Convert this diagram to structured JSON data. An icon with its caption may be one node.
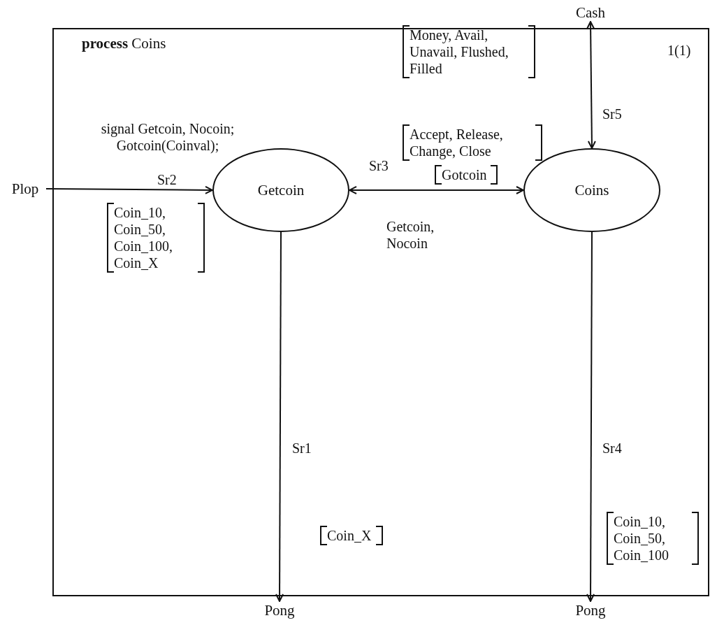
{
  "diagram": {
    "nodes": [
      {
        "text": [
          "**process** Coins"
        ]
      },
      {
        "text": [
          "Getcoin"
        ],
        "in": 0
      },
      {
        "text": [
          "Coins"
        ],
        "in": 0
      },
      {
        "text": [
          "Cash"
        ]
      },
      {
        "text": [
          "Plop"
        ]
      },
      {
        "text": [
          "Pong"
        ]
      },
      {
        "text": [
          "Pong"
        ]
      }
    ],
    "edges": [
      {
        "from": 4,
        "to": 1,
        "arrow": "to",
        "label": "Sr2"
      },
      {
        "from": 1,
        "to": 2,
        "arrow": "both",
        "label": "Sr3"
      },
      {
        "from": 1,
        "to": 5,
        "arrow": "to",
        "label": "Sr1"
      },
      {
        "from": 2,
        "to": 6,
        "arrow": "to",
        "label": "Sr4"
      },
      {
        "from": 2,
        "to": 3,
        "arrow": "both",
        "label": "Sr5"
      }
    ],
    "labels": [
      "Money, Avail, Unavail, Flushed, Filled",
      "1(1)",
      "signal Getcoin, Nocoin; Gotcoin(Coinval);",
      "Accept, Release, Change, Close",
      "Gotcoin",
      "Coin_10, Coin_50, Coin_100, Coin_X",
      "Getcoin, Nocoin",
      "Coin_X",
      "Coin_10, Coin_50, Coin_100"
    ]
  }
}
